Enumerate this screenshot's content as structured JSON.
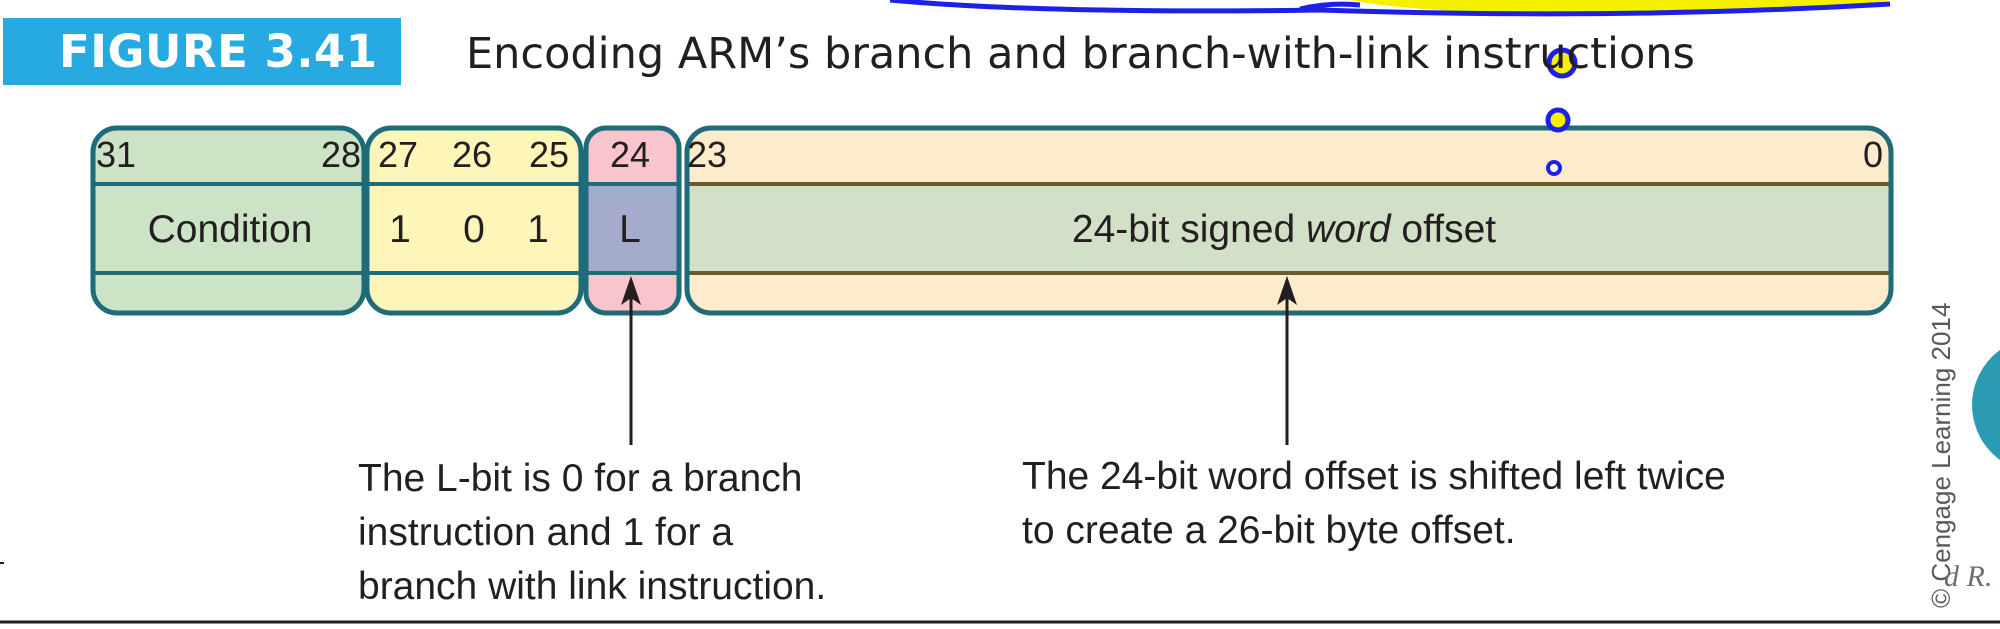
{
  "figure": {
    "number": "FIGURE 3.41",
    "title": "Encoding ARM’s branch and branch-with-link instructions"
  },
  "bit_fields": [
    {
      "name": "condition",
      "high_bit": "31",
      "low_bit": "28",
      "content": "Condition",
      "color": "#cde3c6"
    },
    {
      "name": "opcode",
      "bit_numbers": [
        "27",
        "26",
        "25"
      ],
      "bits": [
        "1",
        "0",
        "1"
      ],
      "color": "#fdf6b8"
    },
    {
      "name": "link-bit",
      "bit_number": "24",
      "content": "L",
      "header_color": "#f8c5cc",
      "body_color": "#a5abcb"
    },
    {
      "name": "offset",
      "high_bit": "23",
      "low_bit": "0",
      "content_parts": [
        "24-bit signed ",
        "word",
        " offset"
      ],
      "header_color": "#fdeccb",
      "body_color": "#d2e0c7"
    }
  ],
  "annotations": {
    "l_bit": [
      "The L-bit is 0 for a branch",
      "instruction and 1 for a",
      "branch with link instruction."
    ],
    "offset": [
      "The 24-bit word offset is shifted left twice",
      "to create a 26-bit byte offset."
    ]
  },
  "copyright": "© Cengage Learning 2014",
  "cut_text": "d R. I",
  "colors": {
    "field_border": "#1e6b7a",
    "badge": "#27a9e1",
    "arrow": "#231f20",
    "overlay_blue": "#1d20e6",
    "overlay_yellow": "#f4f000",
    "teal_disc": "#2a9bb3"
  }
}
